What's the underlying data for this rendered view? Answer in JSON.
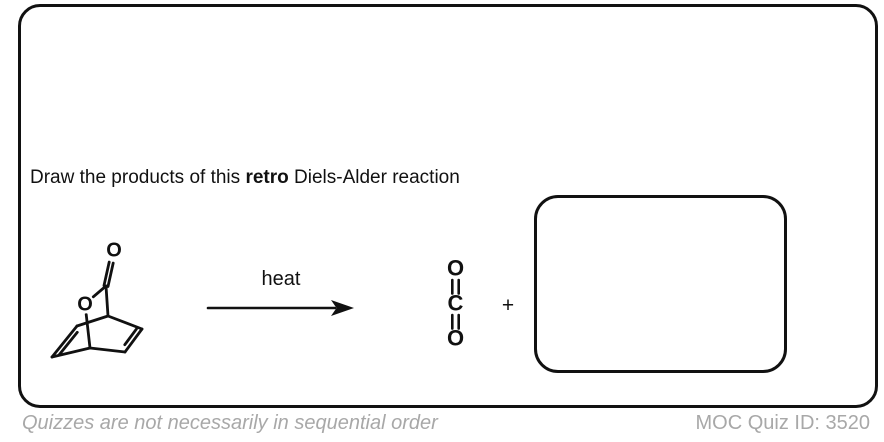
{
  "question": {
    "part1": "Draw the products of this ",
    "emphasis": "retro",
    "part2": " Diels-Alder reaction"
  },
  "scheme": {
    "reagent_label": "heat",
    "plus_sign": "+",
    "reactant": {
      "carbonyl_oxygen_label": "O",
      "ring_oxygen_label": "O"
    },
    "co2": {
      "top_atom": "O",
      "center_atom": "C",
      "bottom_atom": "O"
    }
  },
  "answer_box": {
    "value": ""
  },
  "footer": {
    "left_note": "Quizzes are not necessarily in sequential order",
    "right_note": "MOC Quiz ID: 3520"
  },
  "colors": {
    "ink": "#111111",
    "muted_gray": "#a8a8a8",
    "background": "#ffffff"
  }
}
